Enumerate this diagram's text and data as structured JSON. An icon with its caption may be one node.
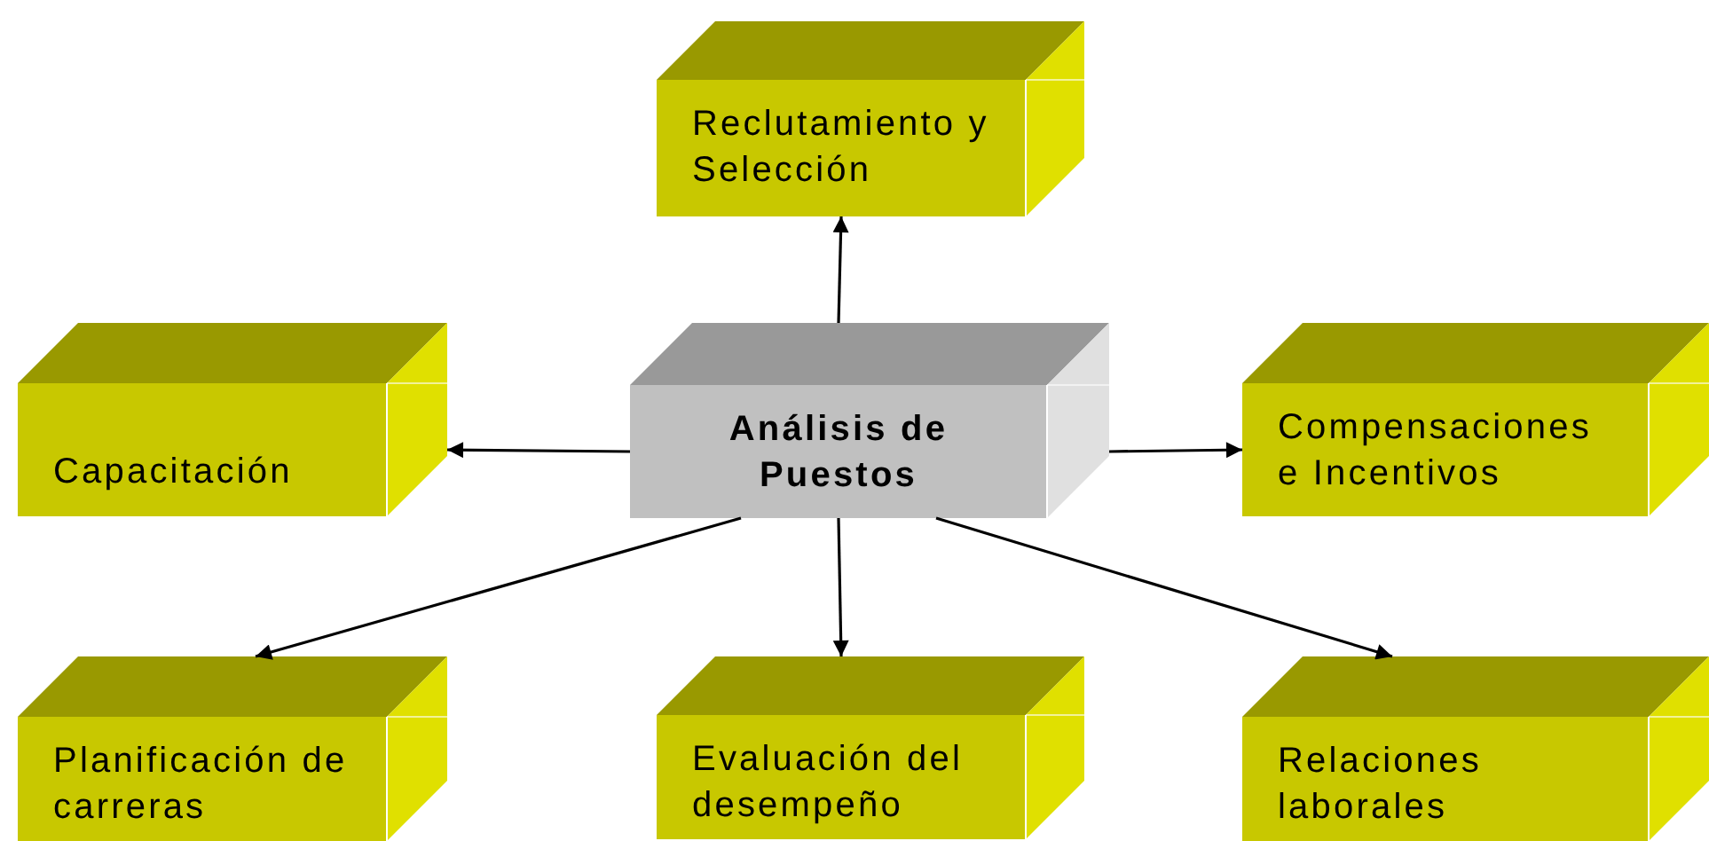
{
  "diagram": {
    "nodes": [
      {
        "text": [
          "Reclutamiento y Selección"
        ]
      },
      {
        "text": [
          "Capacitación"
        ]
      },
      {
        "text": [
          "Análisis de Puestos"
        ]
      },
      {
        "text": [
          "Compensaciones e Incentivos"
        ]
      },
      {
        "text": [
          "Planificación de carreras"
        ]
      },
      {
        "text": [
          "Evaluación del desempeño"
        ]
      },
      {
        "text": [
          "Relaciones laborales"
        ]
      }
    ],
    "edges": [
      {
        "from": 2,
        "to": 0,
        "arrow": "to"
      },
      {
        "from": 2,
        "to": 1,
        "arrow": "to"
      },
      {
        "from": 2,
        "to": 3,
        "arrow": "to"
      },
      {
        "from": 2,
        "to": 4,
        "arrow": "to"
      },
      {
        "from": 2,
        "to": 5,
        "arrow": "to"
      },
      {
        "from": 2,
        "to": 6,
        "arrow": "to"
      }
    ]
  }
}
